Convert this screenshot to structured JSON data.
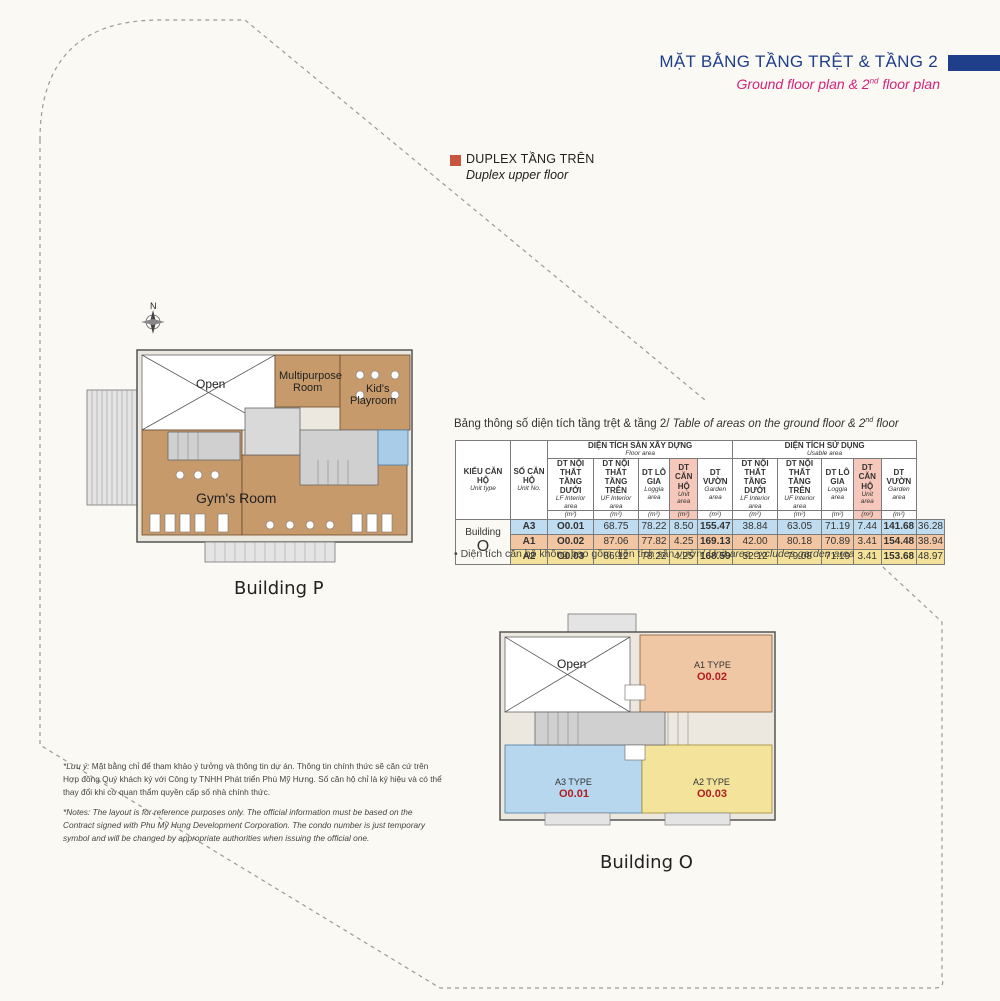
{
  "header": {
    "title_vi": "MẶT BẰNG TẦNG TRỆT & TẦNG 2",
    "title_en_prefix": "Ground floor plan & 2",
    "title_en_sup": "nd",
    "title_en_suffix": " floor plan"
  },
  "legend": {
    "label_vi": "DUPLEX TẦNG TRÊN",
    "label_en": "Duplex upper floor",
    "color": "#c8553d"
  },
  "building_p": {
    "label": "Building P",
    "rooms": {
      "open": "Open",
      "multipurpose_1": "Multipurpose",
      "multipurpose_2": "Room",
      "kids_1": "Kid's",
      "kids_2": "Playroom",
      "gym": "Gym's Room"
    },
    "compass": "N"
  },
  "building_o": {
    "label": "Building O",
    "rooms": {
      "open": "Open",
      "a1_type": "A1 TYPE",
      "a1_unit": "O0.02",
      "a3_type": "A3 TYPE",
      "a3_unit": "O0.01",
      "a2_type": "A2 TYPE",
      "a2_unit": "O0.03"
    }
  },
  "table": {
    "caption_vi": "Bảng thông số diện tích tầng trệt & tầng 2/ ",
    "caption_en": "Table of areas on the ground floor & 2",
    "caption_sup": "nd",
    "caption_en_suffix": " floor",
    "group_floor_vi": "DIỆN TÍCH SÀN XÂY DỰNG",
    "group_floor_en": "Floor area",
    "group_usable_vi": "DIỆN TÍCH SỬ DỤNG",
    "group_usable_en": "Usable area",
    "col_unit_type_vi": "KIỂU CĂN HỘ",
    "col_unit_type_en": "Unit type",
    "col_unit_no_vi": "SỐ CĂN HỘ",
    "col_unit_no_en": "Unit No.",
    "cols": [
      {
        "vi": "DT NỘI THẤT TẦNG DƯỚI",
        "en": "LF Interior area",
        "unit": "(m²)"
      },
      {
        "vi": "DT NỘI THẤT TẦNG TRÊN",
        "en": "UF Interior area",
        "unit": "(m²)"
      },
      {
        "vi": "DT LÔ GIA",
        "en": "Loggia area",
        "unit": "(m²)"
      },
      {
        "vi": "DT CĂN HỘ",
        "en": "Unit area",
        "unit": "(m²)"
      },
      {
        "vi": "DT VƯỜN",
        "en": "Garden area",
        "unit": "(m²)"
      },
      {
        "vi": "DT NỘI THẤT TẦNG DƯỚI",
        "en": "LF Interior area",
        "unit": "(m²)"
      },
      {
        "vi": "DT NỘI THẤT TẦNG TRÊN",
        "en": "UF Interior area",
        "unit": "(m²)"
      },
      {
        "vi": "DT LÔ GIA",
        "en": "Loggia area",
        "unit": "(m²)"
      },
      {
        "vi": "DT CĂN HỘ",
        "en": "Unit area",
        "unit": "(m²)"
      },
      {
        "vi": "DT VƯỜN",
        "en": "Garden area",
        "unit": "(m²)"
      }
    ],
    "building_label": "Building",
    "building_letter": "O",
    "rows": [
      {
        "type": "A3",
        "unit": "O0.01",
        "vals": [
          "68.75",
          "78.22",
          "8.50",
          "155.47",
          "38.84",
          "63.05",
          "71.19",
          "7.44",
          "141.68",
          "36.28"
        ]
      },
      {
        "type": "A1",
        "unit": "O0.02",
        "vals": [
          "87.06",
          "77.82",
          "4.25",
          "169.13",
          "42.00",
          "80.18",
          "70.89",
          "3.41",
          "154.48",
          "38.94"
        ]
      },
      {
        "type": "A2",
        "unit": "O0.03",
        "vals": [
          "86.12",
          "78.22",
          "4.25",
          "168.59",
          "52.12",
          "79.08",
          "71.19",
          "3.41",
          "153.68",
          "48.97"
        ]
      }
    ],
    "note_vi": "• Diện tích căn hộ không bao gồm diện tích sân vườn/ ",
    "note_en": "Unit area excludes garden area"
  },
  "notes": {
    "vi_label": "*Lưu ý:",
    "vi_text": " Mặt bằng chỉ để tham khảo ý tưởng và thông tin dự án. Thông tin chính thức sẽ căn cứ trên Hợp đồng Quý khách ký với Công ty TNHH Phát triển Phú Mỹ Hưng. Số căn hộ chỉ là ký hiệu và có thể thay đổi khi cơ quan thẩm quyền cấp số nhà chính thức.",
    "en_label": "*Notes:",
    "en_text": " The layout is for reference purposes only. The official information must be based on the Contract signed with Phu My Hung Development Corporation. The condo number is just temporary symbol and will be changed by appropriate authorities when issuing the official one."
  }
}
